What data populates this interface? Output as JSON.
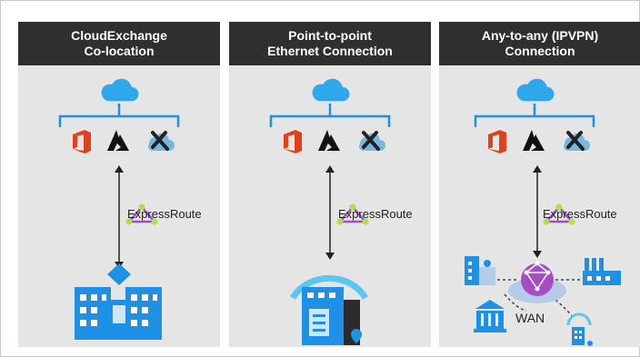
{
  "panels": [
    {
      "title_line1": "CloudExchange",
      "title_line2": "Co-location",
      "link_label": "ExpressRoute"
    },
    {
      "title_line1": "Point-to-point",
      "title_line2": "Ethernet Connection",
      "link_label": "ExpressRoute"
    },
    {
      "title_line1": "Any-to-any (IPVPN)",
      "title_line2": "Connection",
      "link_label": "ExpressRoute",
      "network_label": "WAN"
    }
  ],
  "icons": [
    "cloud-icon",
    "office-icon",
    "azure-icon",
    "tools-icon",
    "expressroute-icon",
    "building-icon",
    "router-icon",
    "factory-icon",
    "bank-icon",
    "globe-icon"
  ],
  "colors": {
    "header_bg": "#2f2f2f",
    "panel_bg": "#e5e5e5",
    "accent_blue": "#1e90e6",
    "office_red": "#e0401c",
    "expressroute_purple": "#9b3fb8"
  }
}
